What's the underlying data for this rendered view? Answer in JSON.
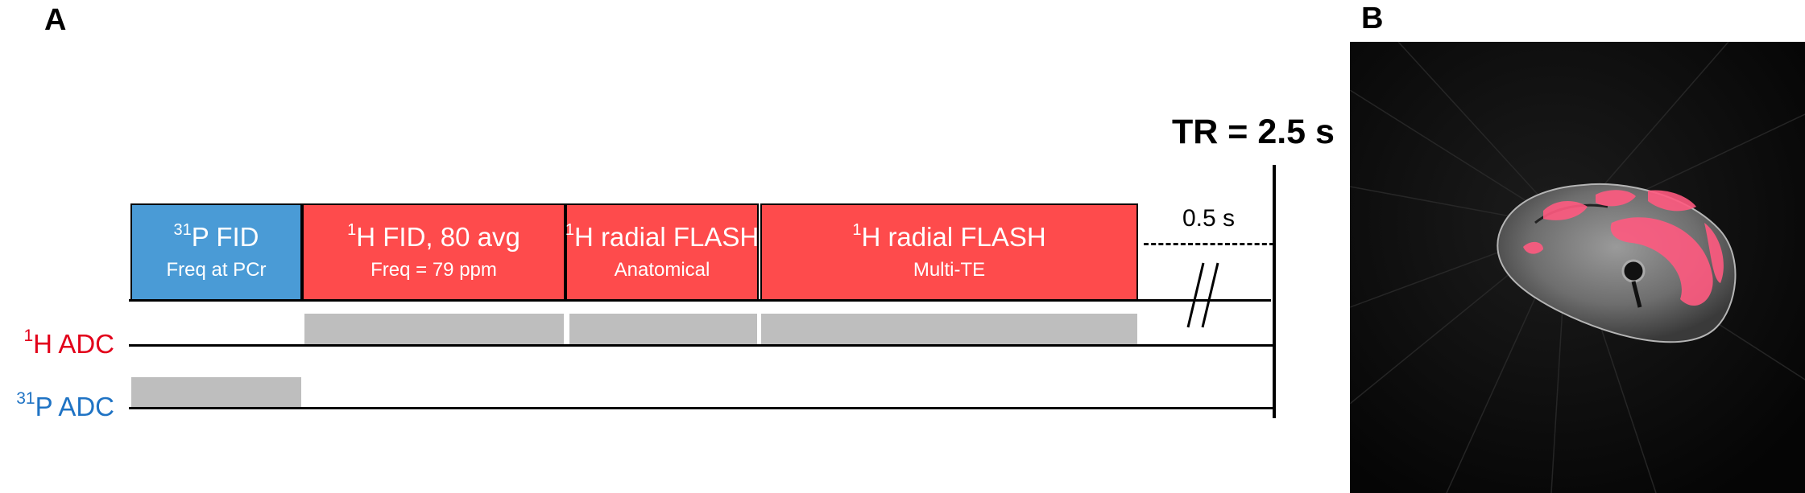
{
  "panel_a": {
    "letter": "A",
    "blocks": [
      {
        "sup": "31",
        "title": "P FID",
        "sub": "Freq at PCr"
      },
      {
        "sup": "1",
        "title": "H FID, 80 avg",
        "sub": "Freq = 79 ppm"
      },
      {
        "sup": "1",
        "title": "H radial FLASH",
        "sub": "Anatomical"
      },
      {
        "sup": "1",
        "title": "H radial FLASH",
        "sub": "Multi-TE"
      }
    ],
    "rows": [
      {
        "sup": "1",
        "label": "H ADC"
      },
      {
        "sup": "31",
        "label": "P ADC"
      }
    ],
    "tr_label": "TR = 2.5 s",
    "delay_label": "0.5 s"
  },
  "panel_b": {
    "letter": "B"
  },
  "colors": {
    "p31": "#4a9bd6",
    "h1": "#fe4b4c",
    "h1_label": "#e2001a",
    "p31_label": "#1f73c4",
    "adc": "#bebebe"
  }
}
